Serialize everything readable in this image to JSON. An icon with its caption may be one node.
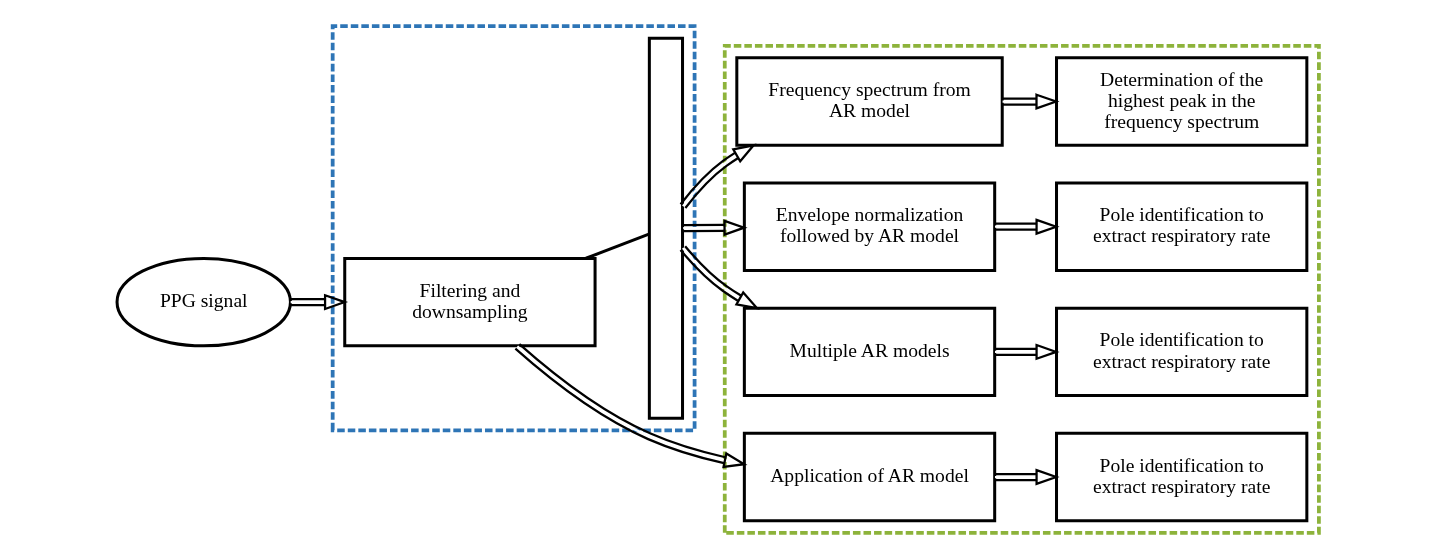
{
  "diagram": {
    "nodes": [
      {
        "text": [],
        "shape": "box"
      },
      {
        "text": [],
        "shape": "box"
      },
      {
        "text": [
          "PPG signal"
        ]
      },
      {
        "text": [
          "Filtering and downsampling"
        ],
        "in": 0
      },
      {
        "text": [],
        "shape": "bar",
        "in": 0
      },
      {
        "text": [
          "Application of AR model"
        ],
        "in": 1
      },
      {
        "text": [
          "Pole identification to extract respiratory rate"
        ],
        "in": 1
      },
      {
        "text": [
          "Multiple AR models"
        ],
        "in": 1
      },
      {
        "text": [
          "Pole identification to extract respiratory rate"
        ],
        "in": 1
      },
      {
        "text": [
          "Envelope normalization followed by AR model"
        ],
        "in": 1
      },
      {
        "text": [
          "Pole identification to extract respiratory rate"
        ],
        "in": 1
      },
      {
        "text": [
          "Frequency spectrum from AR model"
        ],
        "in": 1
      },
      {
        "text": [
          "Determination of the highest peak in the frequency spectrum"
        ],
        "in": 1
      }
    ],
    "edges": [
      {
        "from": 2,
        "to": 3,
        "arrow": "to"
      },
      {
        "from": 3,
        "to": 5,
        "arrow": "to"
      },
      {
        "from": 3,
        "to": 4,
        "arrow": "none"
      },
      {
        "from": 4,
        "to": 7,
        "arrow": "to"
      },
      {
        "from": 4,
        "to": 9,
        "arrow": "to"
      },
      {
        "from": 4,
        "to": 11,
        "arrow": "to"
      },
      {
        "from": 5,
        "to": 6,
        "arrow": "to"
      },
      {
        "from": 7,
        "to": 8,
        "arrow": "to"
      },
      {
        "from": 9,
        "to": 10,
        "arrow": "to"
      },
      {
        "from": 11,
        "to": 12,
        "arrow": "to"
      }
    ]
  }
}
